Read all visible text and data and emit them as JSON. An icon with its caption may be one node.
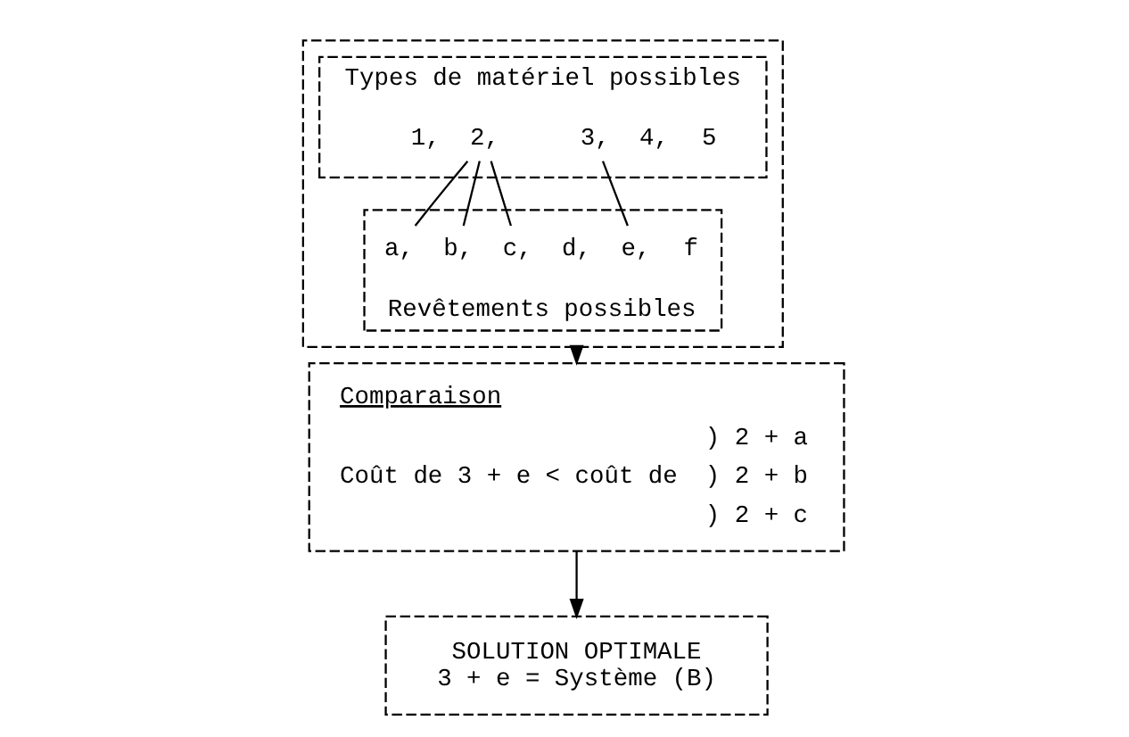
{
  "diagram": {
    "nodes": [
      {
        "text": [],
        "shape": "box"
      },
      {
        "text": [
          "Types de matériel possibles"
        ],
        "in": 0
      },
      {
        "text": [
          "1,"
        ],
        "in": 1
      },
      {
        "text": [
          "2,"
        ],
        "in": 1
      },
      {
        "text": [
          "3,"
        ],
        "in": 1
      },
      {
        "text": [
          "4,"
        ],
        "in": 1
      },
      {
        "text": [
          "5"
        ],
        "in": 1
      },
      {
        "text": [
          "Revêtements possibles"
        ],
        "in": 0
      },
      {
        "text": [
          "a,"
        ],
        "in": 7
      },
      {
        "text": [
          "b,"
        ],
        "in": 7
      },
      {
        "text": [
          "c,"
        ],
        "in": 7
      },
      {
        "text": [
          "d,"
        ],
        "in": 7
      },
      {
        "text": [
          "e,"
        ],
        "in": 7
      },
      {
        "text": [
          "f"
        ],
        "in": 7
      },
      {
        "text": [
          "Comparaison",
          "Coût de 3 + e < coût de",
          ") 2 + a",
          ") 2 + b",
          ") 2 + c"
        ]
      },
      {
        "text": [
          "SOLUTION OPTIMALE",
          "3 + e = Système (B)"
        ]
      }
    ],
    "edges": [
      {
        "from": 3,
        "to": 8,
        "arrow": "none"
      },
      {
        "from": 3,
        "to": 9,
        "arrow": "none"
      },
      {
        "from": 3,
        "to": 10,
        "arrow": "none"
      },
      {
        "from": 4,
        "to": 12,
        "arrow": "none"
      },
      {
        "from": 0,
        "to": 14,
        "arrow": "to"
      },
      {
        "from": 14,
        "to": 15,
        "arrow": "to"
      }
    ]
  }
}
